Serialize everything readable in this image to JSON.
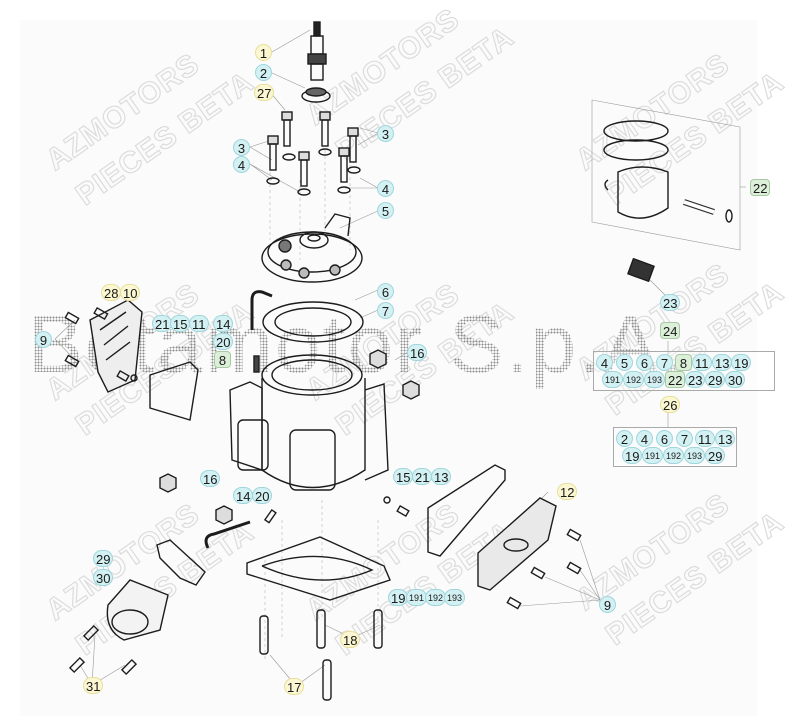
{
  "diagram": {
    "title": "Cylinder / cylinder head exploded parts diagram",
    "watermarks": {
      "dealer": [
        "AZMOTORS",
        "PIECES BETA"
      ],
      "brand_overlay": "Betamotor S.p.A."
    },
    "colors": {
      "callout_yellow": "#fbf7d2",
      "callout_cyan": "#d3f0f3",
      "callout_green": "#dcefd9",
      "panel_bg": "#fbfbfb",
      "line": "#888888"
    },
    "callouts": [
      {
        "id": "c1",
        "label": "1",
        "style": "yellow"
      },
      {
        "id": "c2",
        "label": "2",
        "style": "cyan"
      },
      {
        "id": "c27",
        "label": "27",
        "style": "yellow"
      },
      {
        "id": "c3a",
        "label": "3",
        "style": "cyan"
      },
      {
        "id": "c3b",
        "label": "3",
        "style": "cyan"
      },
      {
        "id": "c4a",
        "label": "4",
        "style": "cyan"
      },
      {
        "id": "c4b",
        "label": "4",
        "style": "cyan"
      },
      {
        "id": "c5",
        "label": "5",
        "style": "cyan"
      },
      {
        "id": "c6",
        "label": "6",
        "style": "cyan"
      },
      {
        "id": "c7",
        "label": "7",
        "style": "cyan"
      },
      {
        "id": "c16a",
        "label": "16",
        "style": "cyan"
      },
      {
        "id": "c28",
        "label": "28",
        "style": "yellow"
      },
      {
        "id": "c10",
        "label": "10",
        "style": "yellow"
      },
      {
        "id": "c9a",
        "label": "9",
        "style": "cyan"
      },
      {
        "id": "c21a",
        "label": "21",
        "style": "cyan"
      },
      {
        "id": "c15a",
        "label": "15",
        "style": "cyan"
      },
      {
        "id": "c11",
        "label": "11",
        "style": "cyan"
      },
      {
        "id": "c14a",
        "label": "14",
        "style": "cyan"
      },
      {
        "id": "c20a",
        "label": "20",
        "style": "cyan"
      },
      {
        "id": "c8",
        "label": "8",
        "style": "green"
      },
      {
        "id": "c22",
        "label": "22",
        "style": "green"
      },
      {
        "id": "c23",
        "label": "23",
        "style": "cyan"
      },
      {
        "id": "c24",
        "label": "24",
        "style": "green"
      },
      {
        "id": "c26",
        "label": "26",
        "style": "yellow"
      },
      {
        "id": "c16b",
        "label": "16",
        "style": "cyan"
      },
      {
        "id": "c14b",
        "label": "14",
        "style": "cyan"
      },
      {
        "id": "c20b",
        "label": "20",
        "style": "cyan"
      },
      {
        "id": "c15b",
        "label": "15",
        "style": "cyan"
      },
      {
        "id": "c21b",
        "label": "21",
        "style": "cyan"
      },
      {
        "id": "c13",
        "label": "13",
        "style": "cyan"
      },
      {
        "id": "c12",
        "label": "12",
        "style": "yellow"
      },
      {
        "id": "c29",
        "label": "29",
        "style": "cyan"
      },
      {
        "id": "c30",
        "label": "30",
        "style": "cyan"
      },
      {
        "id": "c19",
        "label": "19",
        "style": "cyan"
      },
      {
        "id": "c191",
        "label": "191",
        "style": "cyan"
      },
      {
        "id": "c192",
        "label": "192",
        "style": "cyan"
      },
      {
        "id": "c193",
        "label": "193",
        "style": "cyan"
      },
      {
        "id": "c9b",
        "label": "9",
        "style": "cyan"
      },
      {
        "id": "c18",
        "label": "18",
        "style": "yellow"
      },
      {
        "id": "c17",
        "label": "17",
        "style": "yellow"
      },
      {
        "id": "c31",
        "label": "31",
        "style": "yellow"
      }
    ],
    "kit_24": {
      "row1": [
        "4",
        "5",
        "6",
        "7",
        "8",
        "11",
        "13",
        "19"
      ],
      "row2": [
        "191",
        "192",
        "193",
        "22",
        "23",
        "29",
        "30"
      ]
    },
    "kit_26": {
      "row1": [
        "2",
        "4",
        "6",
        "7",
        "11",
        "13"
      ],
      "row2": [
        "19",
        "191",
        "192",
        "193",
        "29"
      ]
    }
  }
}
